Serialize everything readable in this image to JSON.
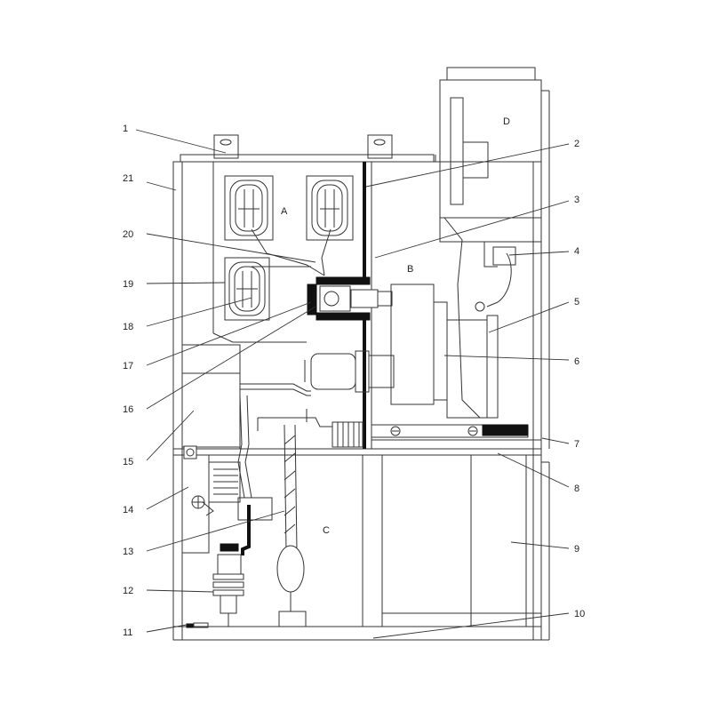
{
  "diagram": {
    "compartments": [
      {
        "id": "A",
        "label": "A"
      },
      {
        "id": "B",
        "label": "B"
      },
      {
        "id": "C",
        "label": "C"
      },
      {
        "id": "D",
        "label": "D"
      }
    ],
    "callouts": [
      "1",
      "2",
      "3",
      "4",
      "5",
      "6",
      "7",
      "8",
      "9",
      "10",
      "11",
      "12",
      "13",
      "14",
      "15",
      "16",
      "17",
      "18",
      "19",
      "20",
      "21"
    ]
  }
}
